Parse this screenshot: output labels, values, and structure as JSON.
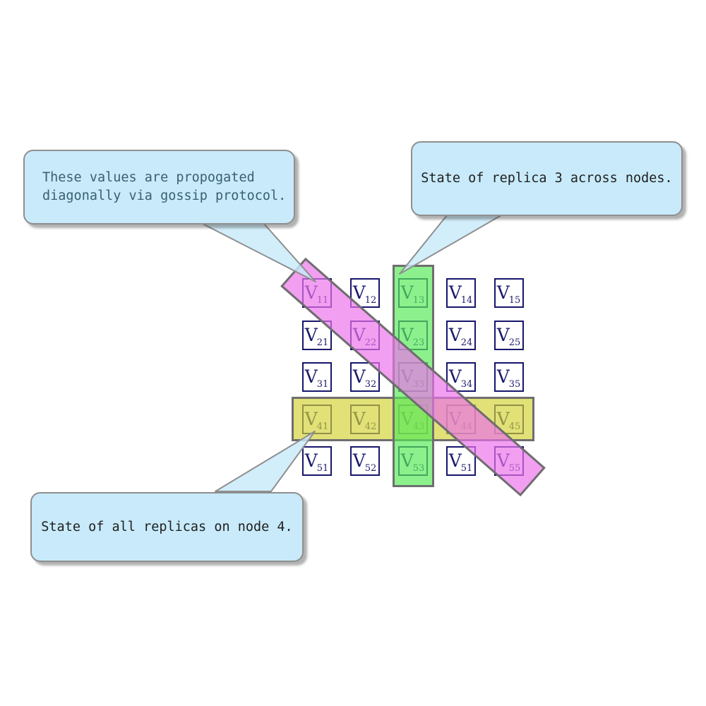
{
  "diagram": {
    "callouts": {
      "gossip": {
        "line1": "These values are propogated",
        "line2": "diagonally via gossip protocol."
      },
      "replica": {
        "text": "State of replica 3 across nodes."
      },
      "node": {
        "text": "State of all replicas on node 4."
      }
    },
    "grid": {
      "letter": "V",
      "rows": [
        [
          "11",
          "12",
          "13",
          "14",
          "15"
        ],
        [
          "21",
          "22",
          "23",
          "24",
          "25"
        ],
        [
          "31",
          "32",
          "33",
          "34",
          "35"
        ],
        [
          "41",
          "42",
          "43",
          "44",
          "45"
        ],
        [
          "51",
          "52",
          "53",
          "51",
          "55"
        ]
      ]
    },
    "colors": {
      "callout_fill": "#c8eafa",
      "callout_border": "#8f8f8f",
      "callout_text": "#1f1f1f",
      "gossip_text": "#3b5f70",
      "cell_border": "#16166b",
      "cell_text": "#1b1b6e",
      "row_highlight": "#d2d232",
      "column_highlight": "#56eb56",
      "diagonal_highlight": "#ec72ec",
      "highlight_border": "#6e6e6e"
    }
  }
}
